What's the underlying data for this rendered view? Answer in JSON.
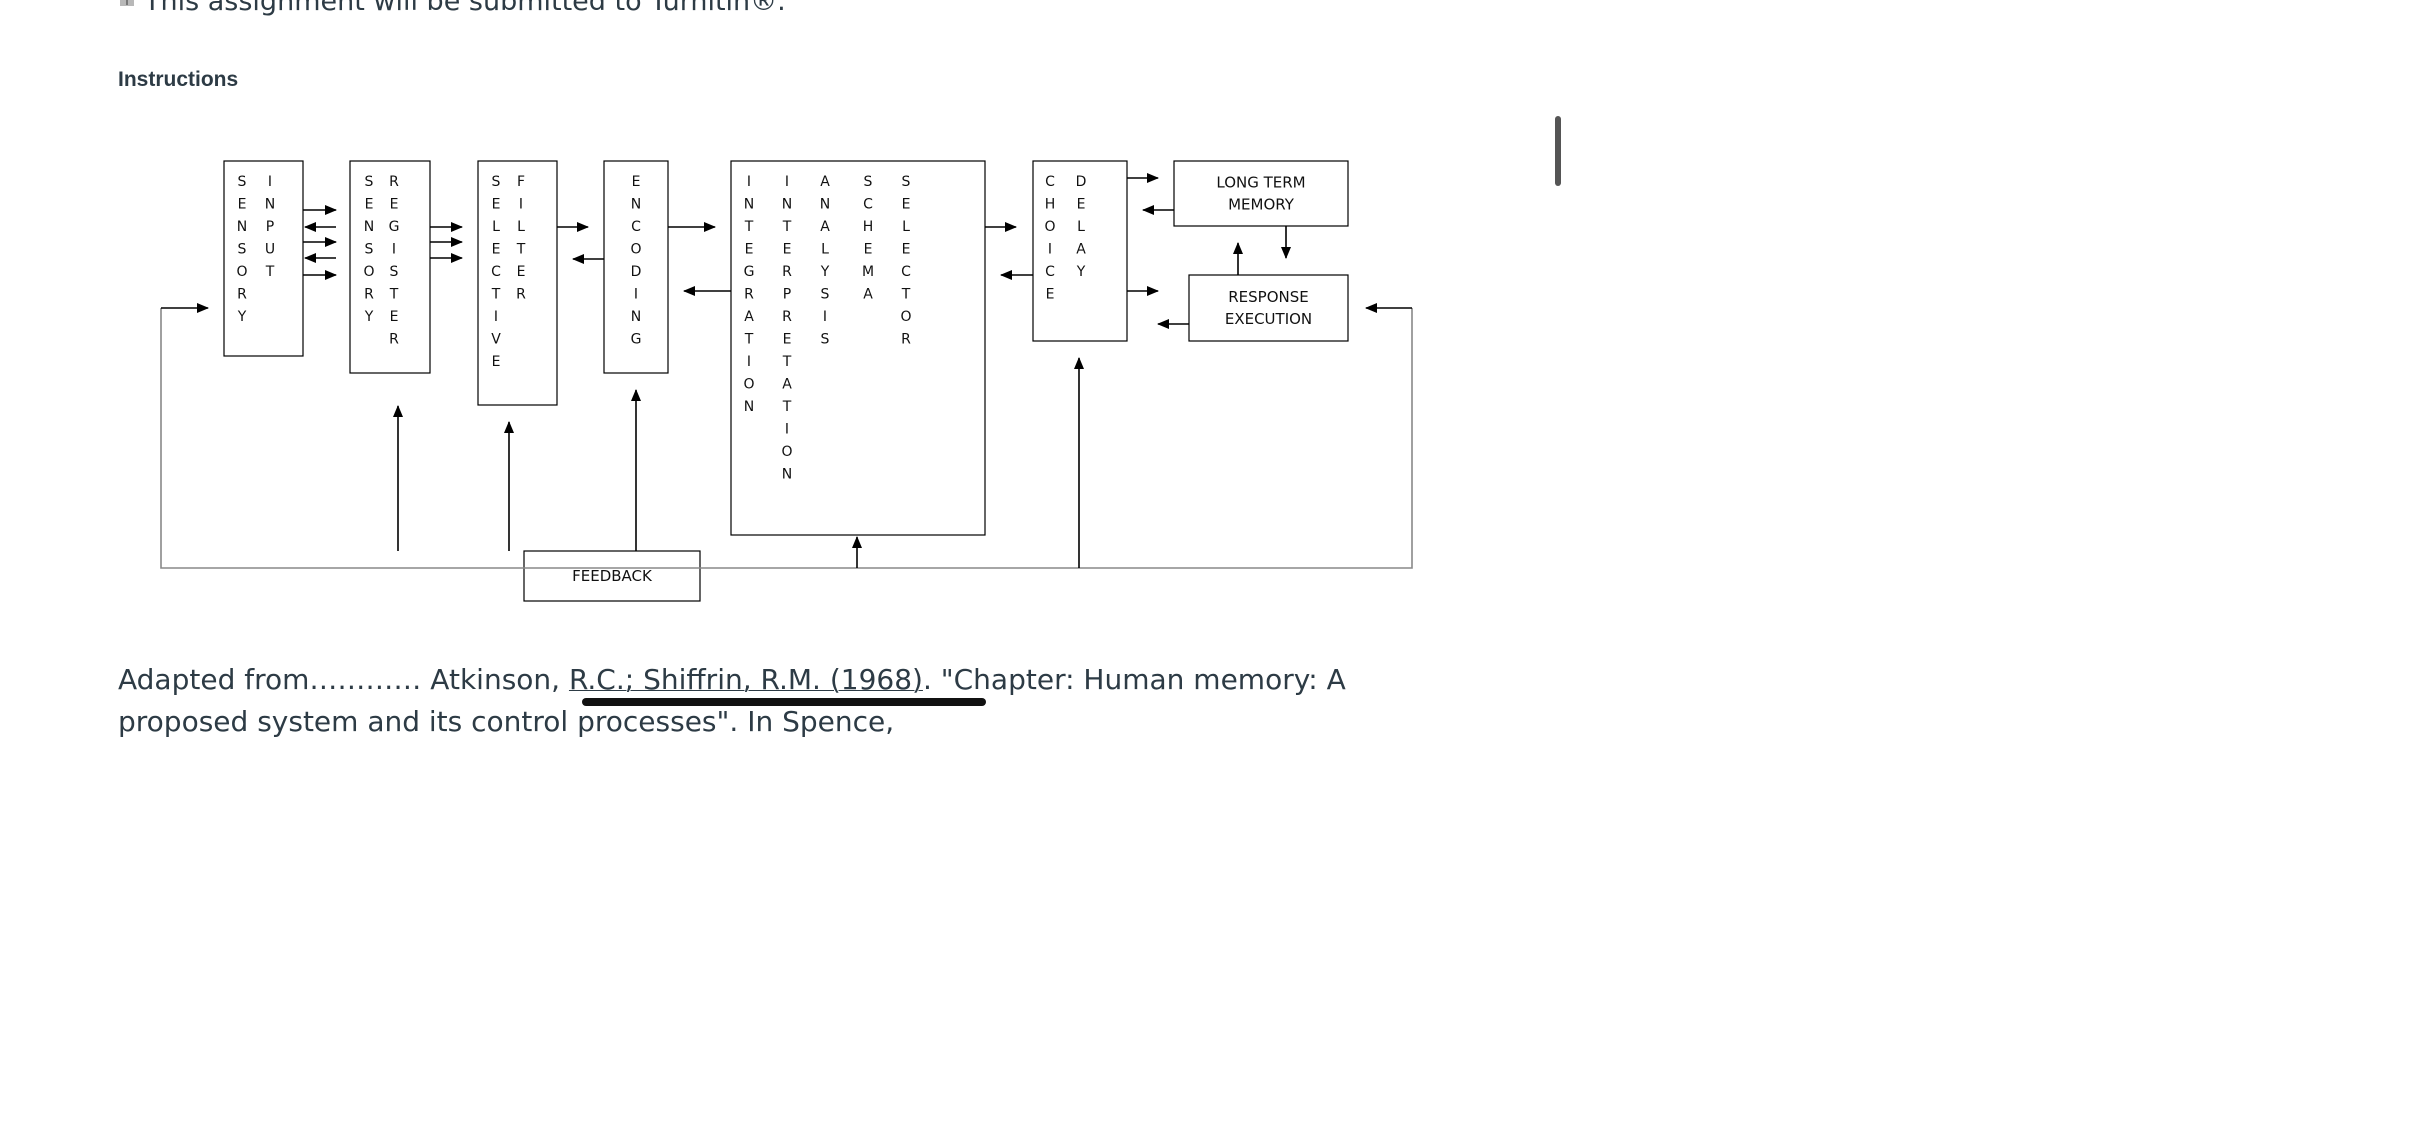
{
  "notice": {
    "text": "This assignment will be submitted to Turnitin®.",
    "icon": "turnitin-icon"
  },
  "section": {
    "title": "Instructions"
  },
  "diagram": {
    "boxes": [
      {
        "id": "sensory-input",
        "columns": [
          "SENSORY",
          "INPUT"
        ]
      },
      {
        "id": "sensory-register",
        "columns": [
          "SENSORY",
          "REGISTER"
        ]
      },
      {
        "id": "selective-filter",
        "columns": [
          "SELECTIVE",
          "FILTER"
        ]
      },
      {
        "id": "encoding",
        "columns": [
          "ENCODING"
        ]
      },
      {
        "id": "integration",
        "columns": [
          "INTEGRATION",
          "INTERPRETATION",
          "ANALYSIS",
          "SCHEMA",
          "SELECTOR"
        ]
      },
      {
        "id": "choice-delay",
        "columns": [
          "CHOICE",
          "DELAY"
        ]
      }
    ],
    "long_term_memory": [
      "LONG TERM",
      "MEMORY"
    ],
    "response_execution": [
      "RESPONSE",
      "EXECUTION"
    ],
    "feedback": "FEEDBACK"
  },
  "caption": {
    "prefix": "Adapted from………… Atkinson, ",
    "cite": "R.C.; Shiffrin, R.M. (1968)",
    "suffix": ". \"Chapter: Human memory: A",
    "line2": "proposed system and its control processes\". In Spence,"
  }
}
